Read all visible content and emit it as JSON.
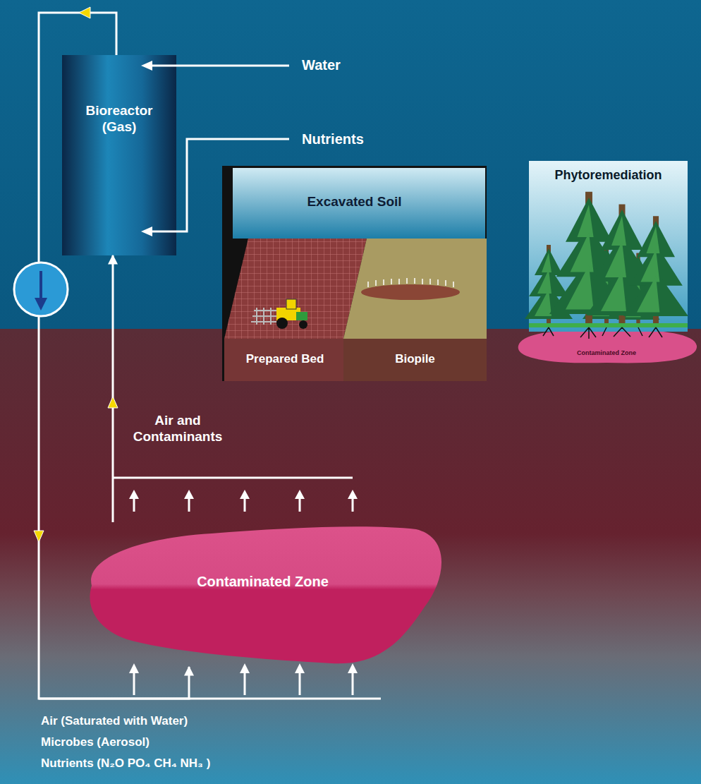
{
  "diagram": {
    "nodes": [
      {
        "text": [
          "Bioreactor (Gas)"
        ]
      },
      {
        "text": [
          "Excavated Soil"
        ]
      },
      {
        "text": [
          "Prepared Bed"
        ],
        "in": 1
      },
      {
        "text": [
          "Biopile"
        ],
        "in": 1
      },
      {
        "text": [
          "Phytoremediation"
        ]
      },
      {
        "text": [
          "Contaminated Zone"
        ]
      },
      {
        "text": [
          "Contaminated Zone"
        ]
      }
    ],
    "edges": [
      {
        "from": 6,
        "to": 0,
        "arrow": "to",
        "label": "Air and Contaminants"
      },
      {
        "from": 0,
        "to": 6,
        "arrow": "to"
      }
    ],
    "labels": [
      "Water",
      "Nutrients",
      "Air (Saturated with Water)",
      "Microbes (Aerosol)",
      "Nutrients (N₂O PO₄ CH₄ NH₃ )"
    ]
  }
}
